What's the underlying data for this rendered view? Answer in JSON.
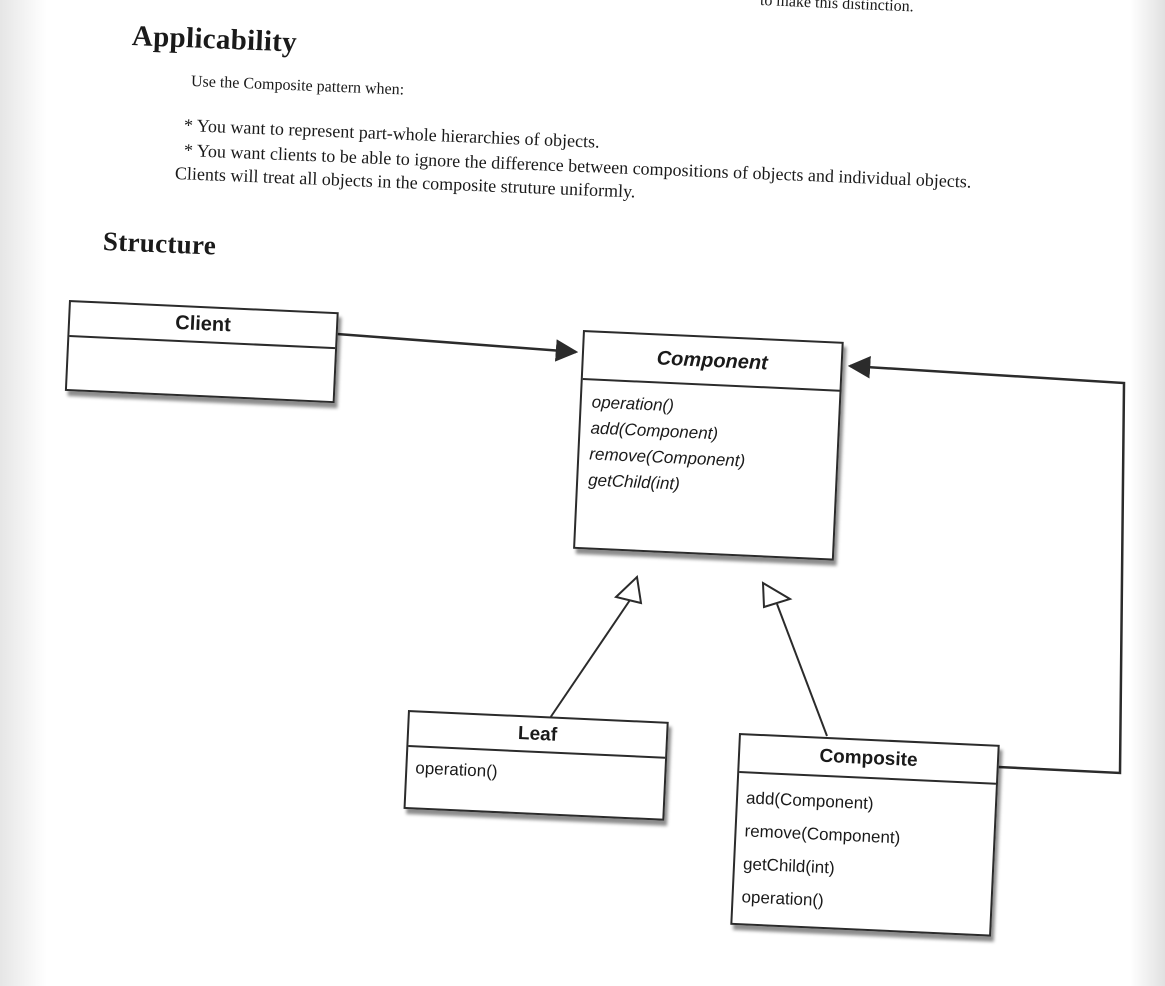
{
  "page": {
    "top_cut_text": "to make this distinction.",
    "applicability": {
      "heading": "Applicability",
      "intro": "Use the Composite pattern when:",
      "bullet1": "* You want to represent part-whole hierarchies of objects.",
      "bullet2_line1": "* You want clients to be able to ignore the difference between compositions of objects and individual objects.",
      "bullet2_line2": "Clients will treat all objects in the composite struture uniformly."
    },
    "structure": {
      "heading": "Structure"
    }
  },
  "diagram": {
    "client": {
      "name": "Client"
    },
    "component": {
      "name": "Component",
      "ops": [
        "operation()",
        "add(Component)",
        "remove(Component)",
        "getChild(int)"
      ]
    },
    "leaf": {
      "name": "Leaf",
      "ops": [
        "operation()"
      ]
    },
    "composite": {
      "name": "Composite",
      "ops": [
        "add(Component)",
        "remove(Component)",
        "getChild(int)",
        "operation()"
      ]
    },
    "colors": {
      "line": "#2b2b2b",
      "paper": "#ffffff"
    }
  }
}
